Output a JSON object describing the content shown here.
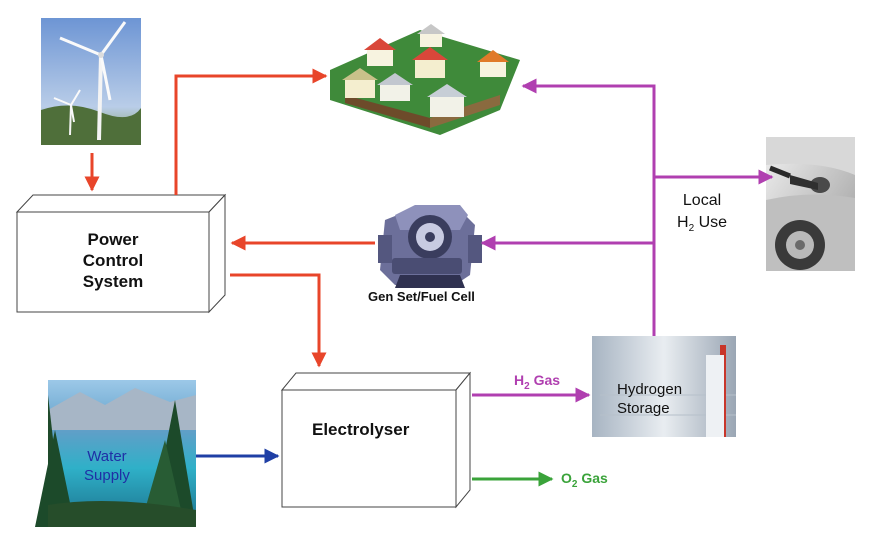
{
  "labels": {
    "power_control_line1": "Power",
    "power_control_line2": "Control",
    "power_control_line3": "System",
    "electrolyser": "Electrolyser",
    "gen_set": "Gen Set/Fuel Cell",
    "local_line1": "Local",
    "local_h": "H",
    "local_sub": "2",
    "local_use": " Use",
    "h2_gas_h": "H",
    "h2_gas_sub": "2",
    "h2_gas_rest": " Gas",
    "o2_gas_o": "O",
    "o2_gas_sub": "2",
    "o2_gas_rest": " Gas",
    "hydrogen_line1": "Hydrogen",
    "hydrogen_line2": "Storage",
    "water_line1": "Water",
    "water_line2": "Supply"
  },
  "colors": {
    "power_arrow": "#e8452a",
    "hydrogen_arrow": "#b03fb0",
    "water_arrow": "#1f3fa5",
    "oxygen_arrow": "#3aa33a",
    "h2_text": "#b03fb0",
    "o2_text": "#3aa33a"
  },
  "icons": [
    "wind-turbine-icon",
    "houses-icon",
    "engine-icon",
    "car-fuel-icon",
    "hydrogen-tank-icon",
    "lake-icon"
  ]
}
